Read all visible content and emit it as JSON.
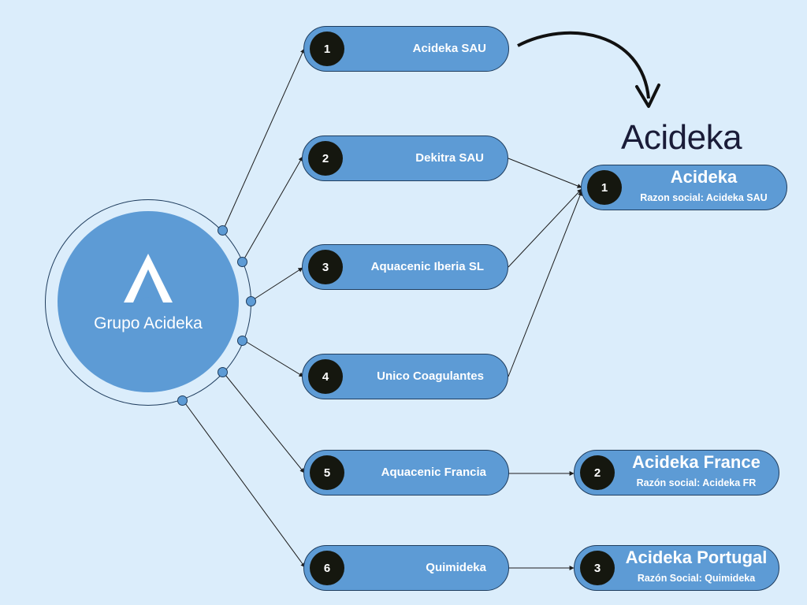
{
  "hub": {
    "label": "Grupo Acideka",
    "logo_icon": "acideka-a-logo"
  },
  "brand_wordmark": "Acideka",
  "companies": [
    {
      "number": "1",
      "name": "Acideka SAU"
    },
    {
      "number": "2",
      "name": "Dekitra SAU"
    },
    {
      "number": "3",
      "name": "Aquacenic Iberia SL"
    },
    {
      "number": "4",
      "name": "Unico Coagulantes"
    },
    {
      "number": "5",
      "name": "Aquacenic Francia"
    },
    {
      "number": "6",
      "name": "Quimideka"
    }
  ],
  "merged_entities": [
    {
      "number": "1",
      "name": "Acideka",
      "subtitle": "Razon social: Acideka SAU"
    },
    {
      "number": "2",
      "name": "Acideka France",
      "subtitle": "Razón social: Acideka FR"
    },
    {
      "number": "3",
      "name": "Acideka Portugal",
      "subtitle": "Razón Social: Quimideka"
    }
  ],
  "colors": {
    "background": "#dbedfb",
    "node_fill": "#5d9bd5",
    "badge": "#15170f",
    "wordmark": "#1a1c38"
  }
}
